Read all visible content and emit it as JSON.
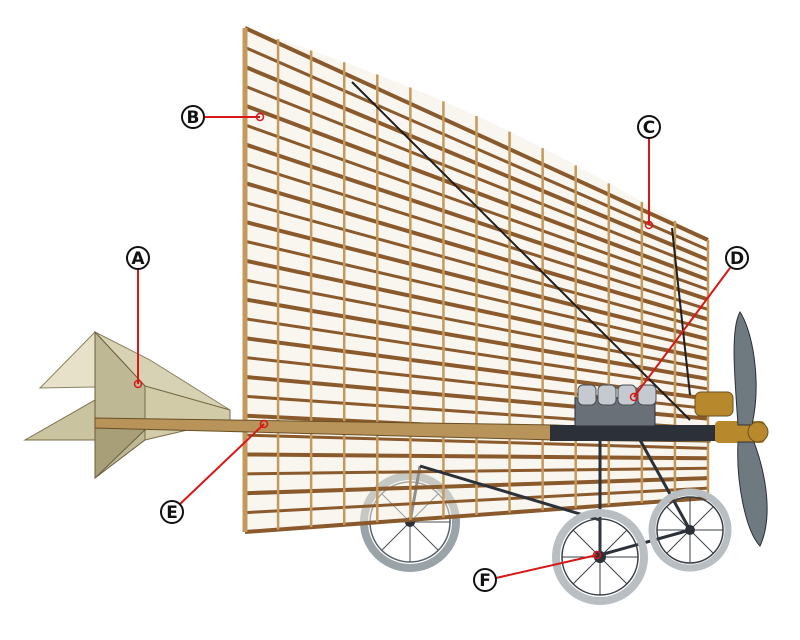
{
  "labels": [
    {
      "id": "a",
      "letter": "A"
    },
    {
      "id": "b",
      "letter": "B"
    },
    {
      "id": "c",
      "letter": "C"
    },
    {
      "id": "d",
      "letter": "D"
    },
    {
      "id": "e",
      "letter": "E"
    },
    {
      "id": "f",
      "letter": "F"
    }
  ],
  "colors": {
    "background": "#ffffff",
    "leader": "#d81818",
    "slat": "#8a5a2c",
    "strut": "#c49a5c",
    "tail_fabric": "#cfc8a2",
    "metal": "#2c3038",
    "tire": "#b8bec2",
    "brass": "#b8882c"
  }
}
